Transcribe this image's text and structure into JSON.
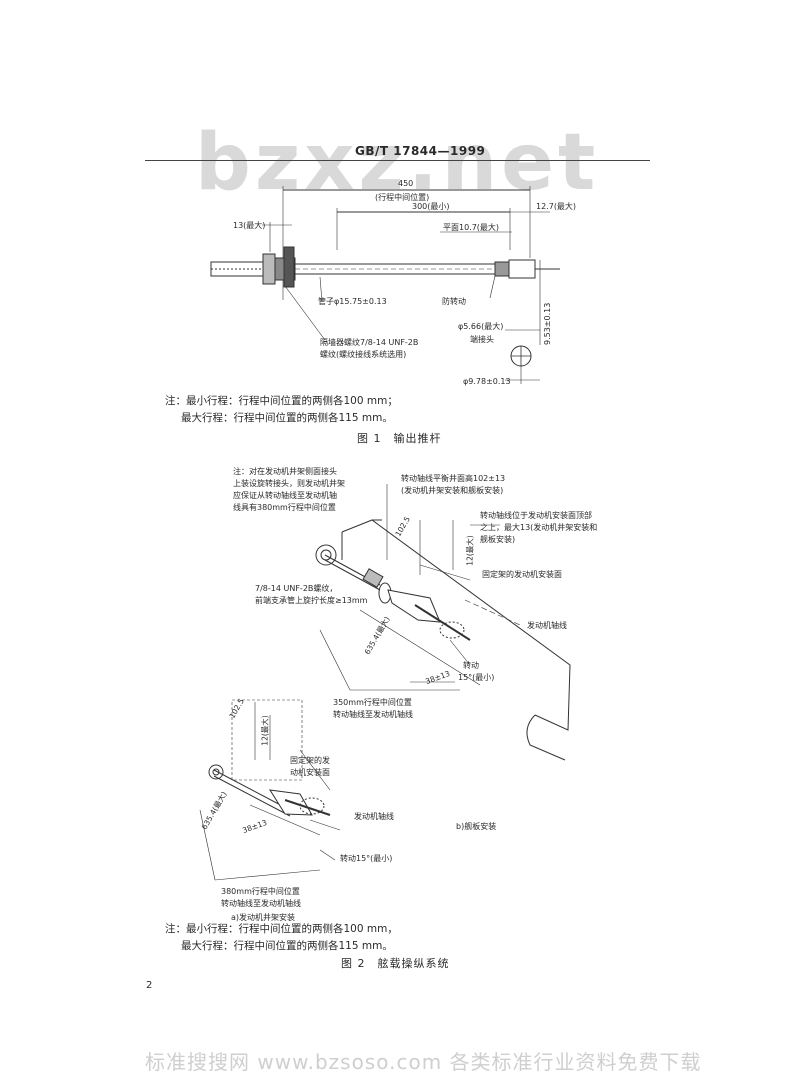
{
  "header": {
    "standard_number": "GB/T 17844—1999",
    "watermark": "bzxz.net"
  },
  "figure1": {
    "labels": {
      "dim_450": "450",
      "dim_450_sub": "(行程中间位置)",
      "dim_300": "300(最小)",
      "dim_12_7": "12.7(最大)",
      "dim_13": "13(最大)",
      "flat_10_7": "平面10.7(最大)",
      "tube_dia": "管子φ15.75±0.13",
      "anti_rotation": "防转动",
      "pin_hole": "φ5.66(最大)",
      "rod_end": "端接头",
      "dim_9_53": "9.53±0.13",
      "bulkhead_line1": "隔墙器螺纹7/8-14 UNF-2B",
      "bulkhead_line2": "螺纹(螺纹接线系统选用)",
      "dim_9_78": "φ9.78±0.13"
    },
    "note_line1": "注：最小行程：行程中间位置的两侧各100 mm；",
    "note_line2": "最大行程：行程中间位置的两侧各115 mm。",
    "caption": "图 1　输出推杆"
  },
  "figure2": {
    "labels": {
      "note_top_1": "注：对在发动机井架侧面接头",
      "note_top_2": "上装设旋转接头，则发动机井架",
      "note_top_3": "应保证从转动轴线至发动机轴",
      "note_top_4": "线具有380mm行程中间位置",
      "pivot_height_1": "转动轴线平衡井面高102±13",
      "pivot_height_2": "(发动机井架安装和舰板安装)",
      "pivot_pos_1": "转动轴线位于发动机安装面顶部",
      "pivot_pos_2": "之上，最大13(发动机井架安装和",
      "pivot_pos_3": "舰板安装)",
      "fixed_mount": "固定架的发动机安装面",
      "engine_axis_b": "发动机轴线",
      "thread_1": "7/8-14 UNF-2B螺纹，",
      "thread_2": "前端支承管上旋拧长度≥13mm",
      "dim_102_a": "102.5",
      "dim_12_a": "12(最大)",
      "dim_635_a": "635.4(最大)",
      "rotation_1": "转动",
      "rotation_2": "15°(最小)",
      "dim_38_a": "38±13",
      "travel_1": "350mm行程中间位置",
      "travel_2": "转动轴线至发动机轴线",
      "dim_102_b": "102.5",
      "dim_12_b": "12(最大)",
      "fixed_mount_a_1": "固定架的发",
      "fixed_mount_a_2": "动机安装面",
      "dim_635_b": "635.4(最大)",
      "dim_38_b": "38±13",
      "engine_axis_a": "发动机轴线",
      "sub_b": "b)舰板安装",
      "rotation_a": "转动15°(最小)",
      "travel_a_1": "380mm行程中间位置",
      "travel_a_2": "转动轴线至发动机轴线",
      "sub_a": "a)发动机井架安装"
    },
    "note_line1": "注：最小行程：行程中间位置的两侧各100 mm，",
    "note_line2": "最大行程：行程中间位置的两侧各115 mm。",
    "caption": "图 2　舷载操纵系统"
  },
  "page_number": "2",
  "footer": "标准搜搜网 www.bzsoso.com 各类标准行业资料免费下载"
}
